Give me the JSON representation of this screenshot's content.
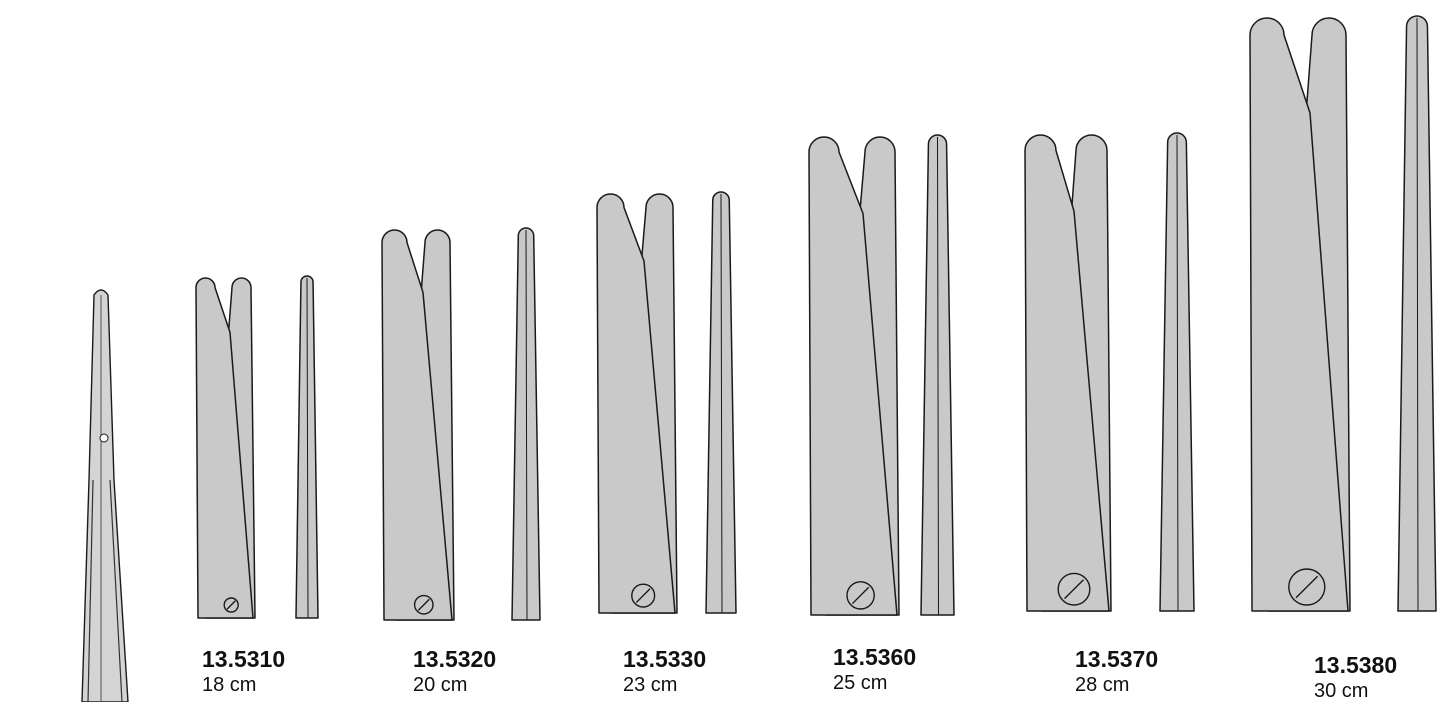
{
  "products": [
    {
      "code": "13.5310",
      "size": "18 cm"
    },
    {
      "code": "13.5320",
      "size": "20 cm"
    },
    {
      "code": "13.5330",
      "size": "23 cm"
    },
    {
      "code": "13.5360",
      "size": "25 cm"
    },
    {
      "code": "13.5370",
      "size": "28 cm"
    },
    {
      "code": "13.5380",
      "size": "30 cm"
    }
  ],
  "colors": {
    "blade_fill": "#c9c9c9",
    "blade_stroke": "#1a1a1a",
    "background": "#ffffff",
    "text": "#111111"
  }
}
